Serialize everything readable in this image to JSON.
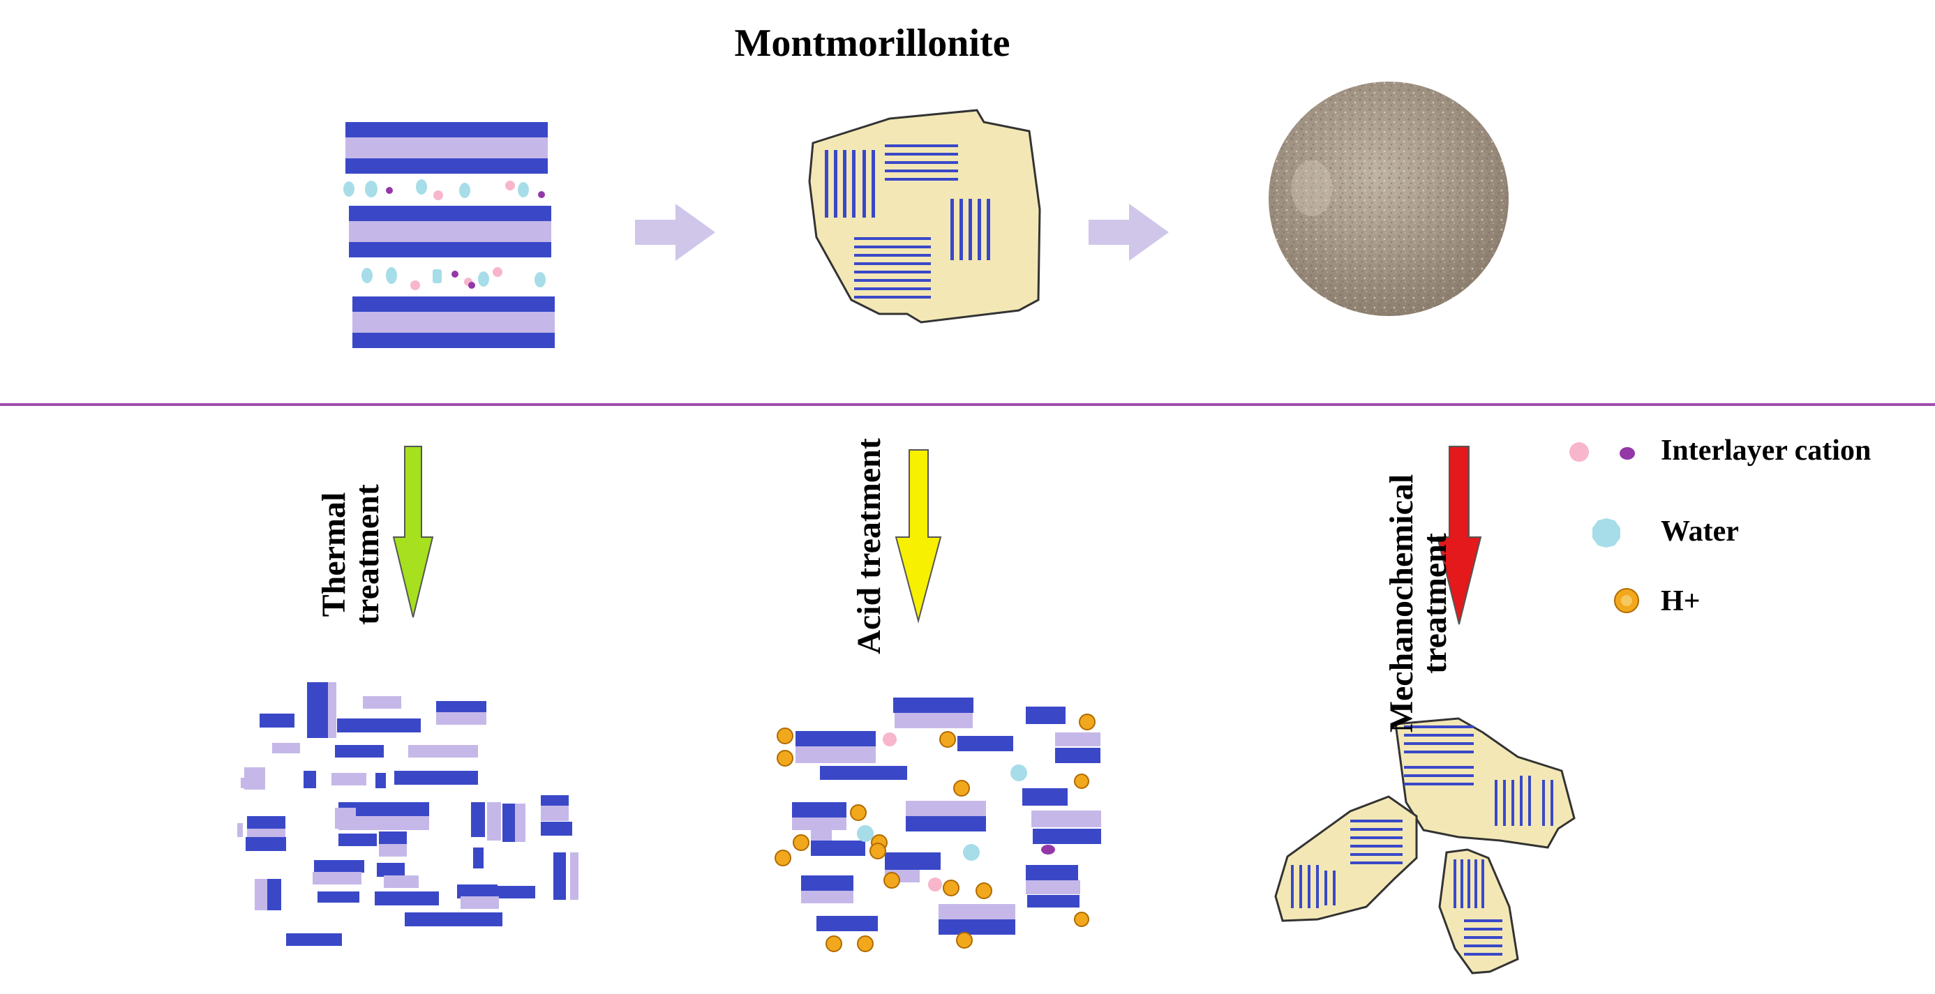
{
  "title": "Montmorillonite",
  "treatments": {
    "thermal": {
      "line1": "Thermal",
      "line2": "treatment",
      "arrow_color": "#a6e01e"
    },
    "acid": {
      "label": "Acid treatment",
      "arrow_color": "#f7f000"
    },
    "mechanochemical": {
      "line1": "Mechanochemical",
      "line2": "treatment",
      "arrow_color": "#e3191c"
    }
  },
  "legend": {
    "interlayer_cation": "Interlayer cation",
    "water": "Water",
    "proton": "H+"
  },
  "colors": {
    "layer_dark": "#3a48c8",
    "layer_light": "#c5b8e8",
    "water": "#a6dde8",
    "cation_pink": "#f7b6cc",
    "cation_purple": "#9438a8",
    "proton_fill": "#f2a81c",
    "particle_fill": "#f3e8b5",
    "process_arrow": "#cfc6ea",
    "divider": "#a04dad"
  }
}
